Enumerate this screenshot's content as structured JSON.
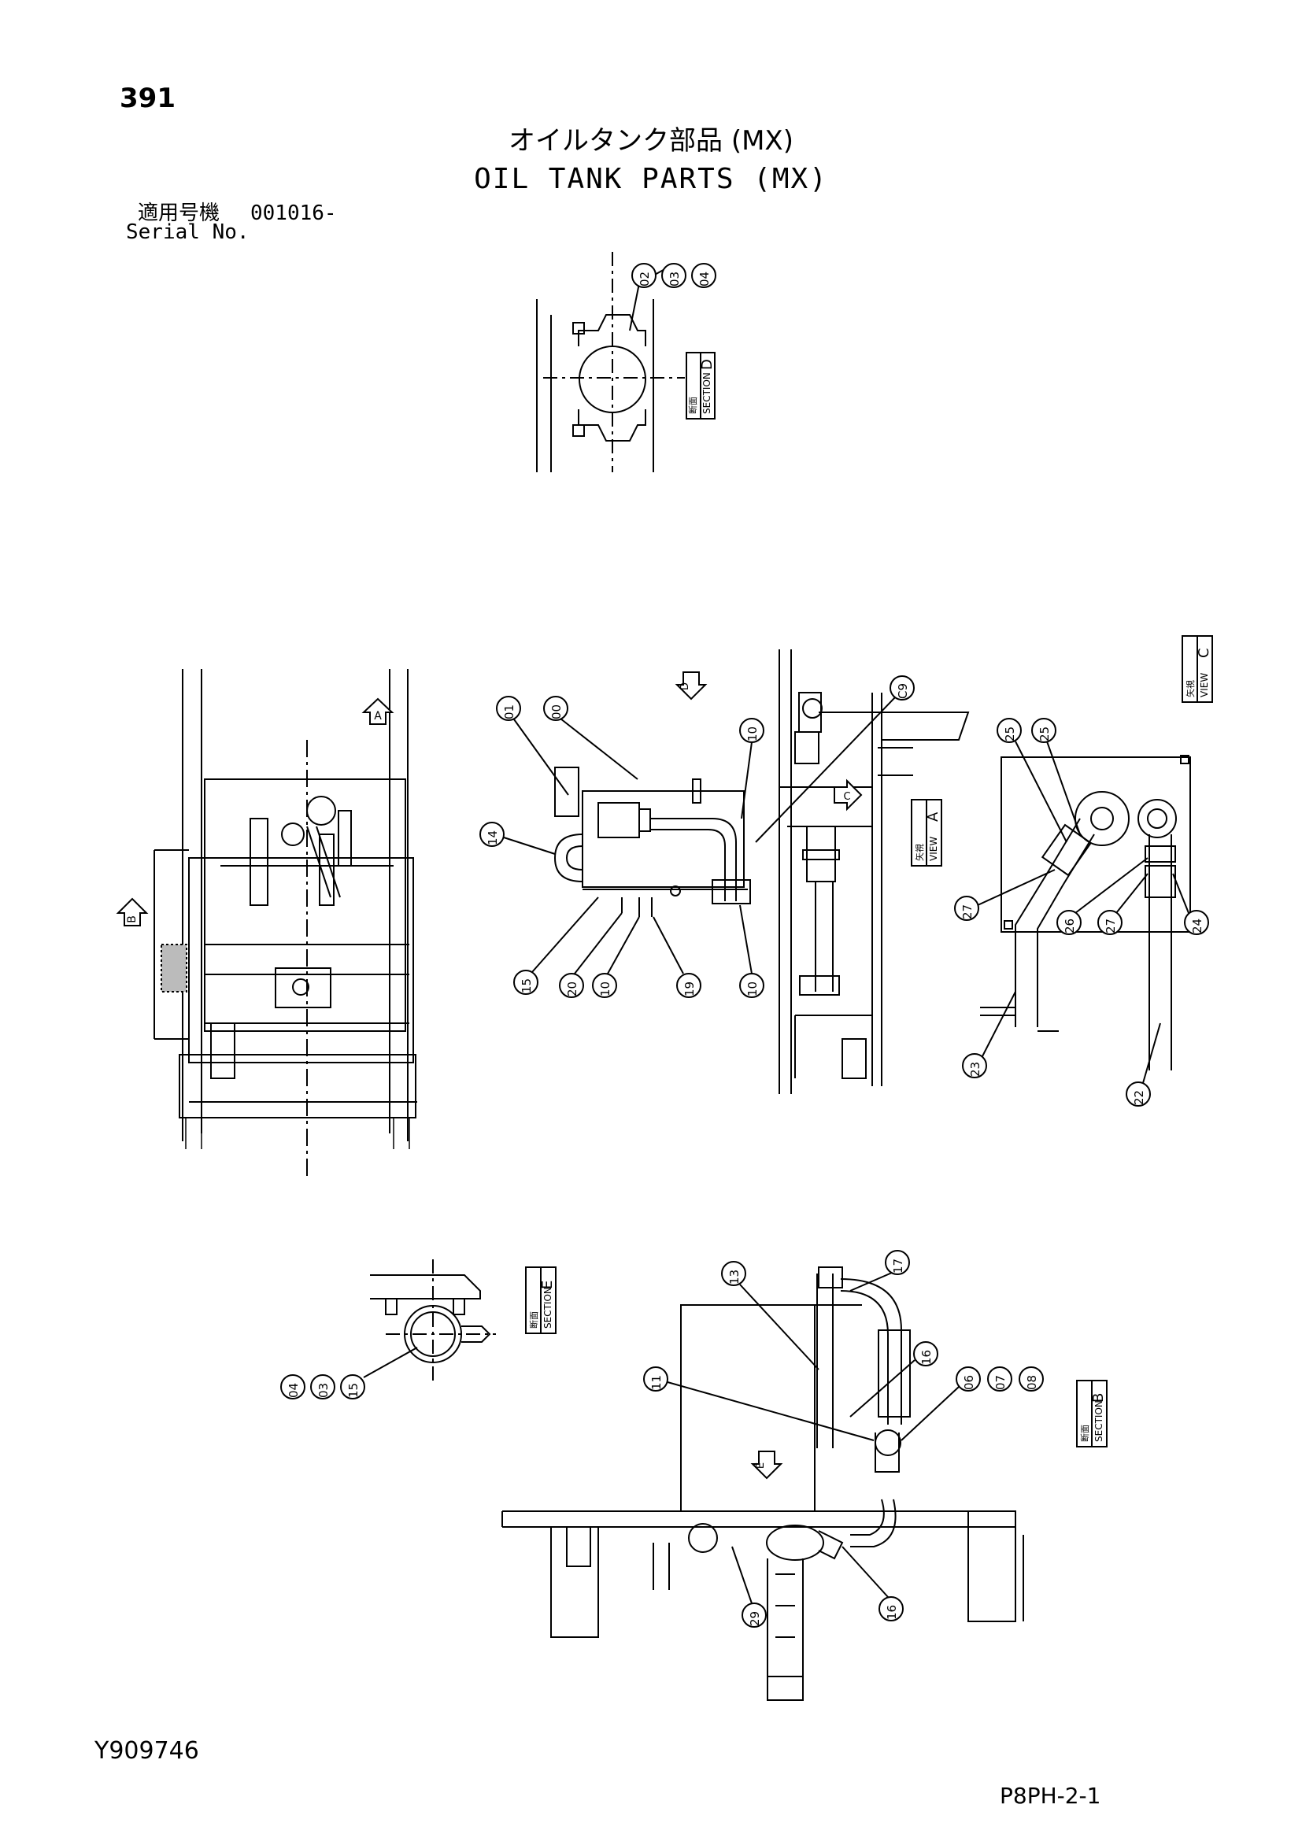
{
  "header": {
    "page_number": "391",
    "title_jp": "オイルタンク部品 (MX)",
    "title_en": "OIL TANK PARTS (MX)",
    "serial_label_jp": "適用号機",
    "serial_value": "001016-",
    "serial_label_en": "Serial No."
  },
  "footer": {
    "doc_code": "Y909746",
    "page_ref": "P8PH-2-1"
  },
  "views": {
    "section_d": {
      "jp": "断面",
      "en": "SECTION",
      "letter": "D"
    },
    "view_c": {
      "jp": "矢視",
      "en": "VIEW",
      "letter": "C"
    },
    "view_a": {
      "jp": "矢視",
      "en": "VIEW",
      "letter": "A"
    },
    "section_e": {
      "jp": "断面",
      "en": "SECTION",
      "letter": "E"
    },
    "section_b": {
      "jp": "断面",
      "en": "SECTION",
      "letter": "B"
    }
  },
  "arrows": {
    "a": "A",
    "b": "B",
    "c": "C",
    "d": "D",
    "e": "E"
  },
  "callouts": {
    "d_02": "02",
    "d_03": "03",
    "d_04": "04",
    "m_01": "01",
    "m_00": "00",
    "m_10a": "10",
    "m_c9": "C9",
    "m_14": "14",
    "m_15": "15",
    "m_20": "20",
    "m_10b": "10",
    "m_19": "19",
    "m_10c": "10",
    "c_25a": "25",
    "c_25b": "25",
    "c_27a": "27",
    "c_26": "26",
    "c_27b": "27",
    "c_24": "24",
    "c_23": "23",
    "c_22": "22",
    "e_04": "04",
    "e_03": "03",
    "e_15": "15",
    "b_13": "13",
    "b_17": "17",
    "b_16a": "16",
    "b_11": "11",
    "b_06": "06",
    "b_07": "07",
    "b_08": "08",
    "b_29": "29",
    "b_16b": "16"
  }
}
